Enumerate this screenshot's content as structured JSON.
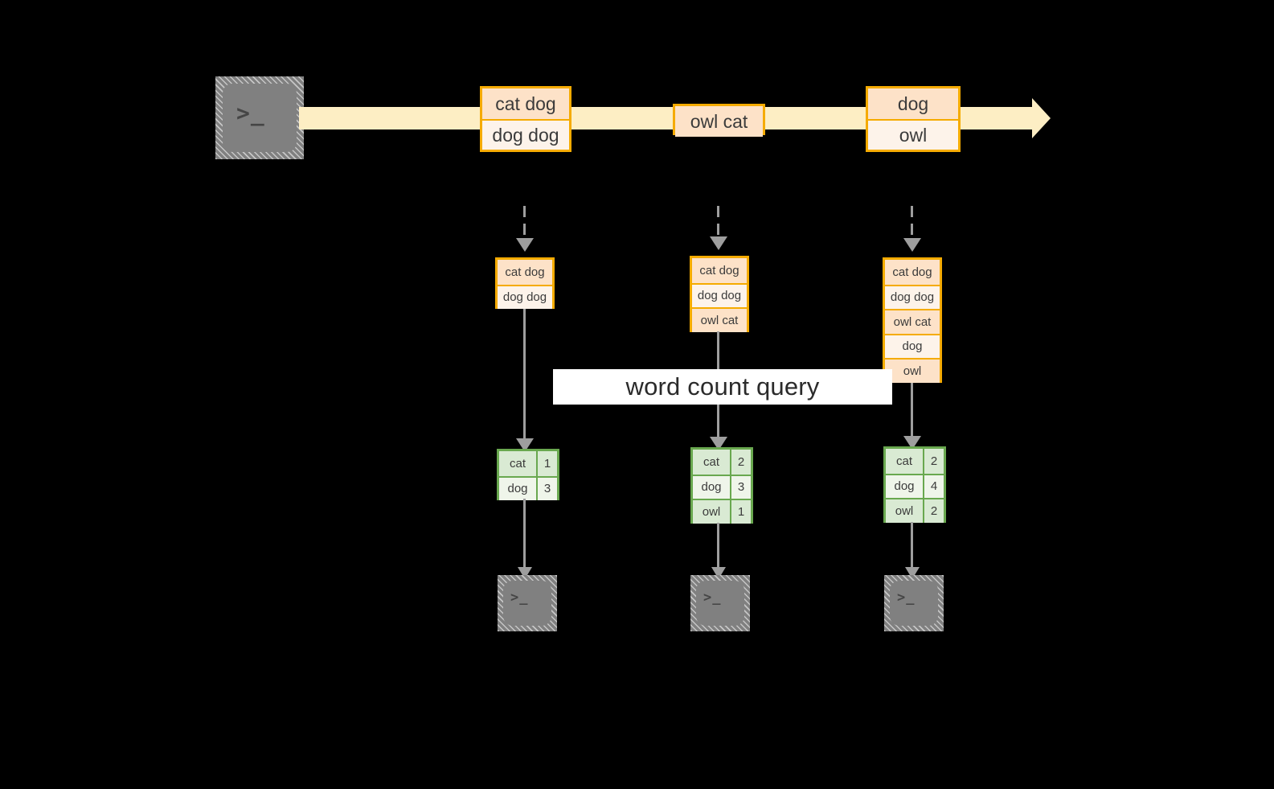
{
  "diagram": {
    "title_label": "word count query",
    "colors": {
      "background": "#000000",
      "stream_band": "#fdeec4",
      "event_border": "#f5ab00",
      "event_fill_dark": "#fde2c8",
      "event_fill_light": "#fdf3ea",
      "result_border": "#69a84f",
      "result_fill_dark": "#d9ead3",
      "result_fill_light": "#eff5ea",
      "connector": "#9e9e9e",
      "terminal_fill": "#808080",
      "label_fill": "#ffffff"
    },
    "source": {
      "icon": "terminal-icon",
      "prompt": ">_"
    },
    "stream_events": [
      {
        "lines": [
          "cat dog",
          "dog dog"
        ]
      },
      {
        "lines": [
          "owl cat"
        ]
      },
      {
        "lines": [
          "dog",
          "owl"
        ]
      }
    ],
    "snapshots": [
      {
        "buffer": [
          "cat dog",
          "dog dog"
        ],
        "result": {
          "rows": [
            {
              "word": "cat",
              "count": "1"
            },
            {
              "word": "dog",
              "count": "3"
            }
          ]
        },
        "sink": {
          "icon": "terminal-icon",
          "prompt": ">_"
        }
      },
      {
        "buffer": [
          "cat dog",
          "dog dog",
          "owl cat"
        ],
        "result": {
          "rows": [
            {
              "word": "cat",
              "count": "2"
            },
            {
              "word": "dog",
              "count": "3"
            },
            {
              "word": "owl",
              "count": "1"
            }
          ]
        },
        "sink": {
          "icon": "terminal-icon",
          "prompt": ">_"
        }
      },
      {
        "buffer": [
          "cat dog",
          "dog dog",
          "owl cat",
          "dog",
          "owl"
        ],
        "result": {
          "rows": [
            {
              "word": "cat",
              "count": "2"
            },
            {
              "word": "dog",
              "count": "4"
            },
            {
              "word": "owl",
              "count": "2"
            }
          ]
        },
        "sink": {
          "icon": "terminal-icon",
          "prompt": ">_"
        }
      }
    ]
  }
}
